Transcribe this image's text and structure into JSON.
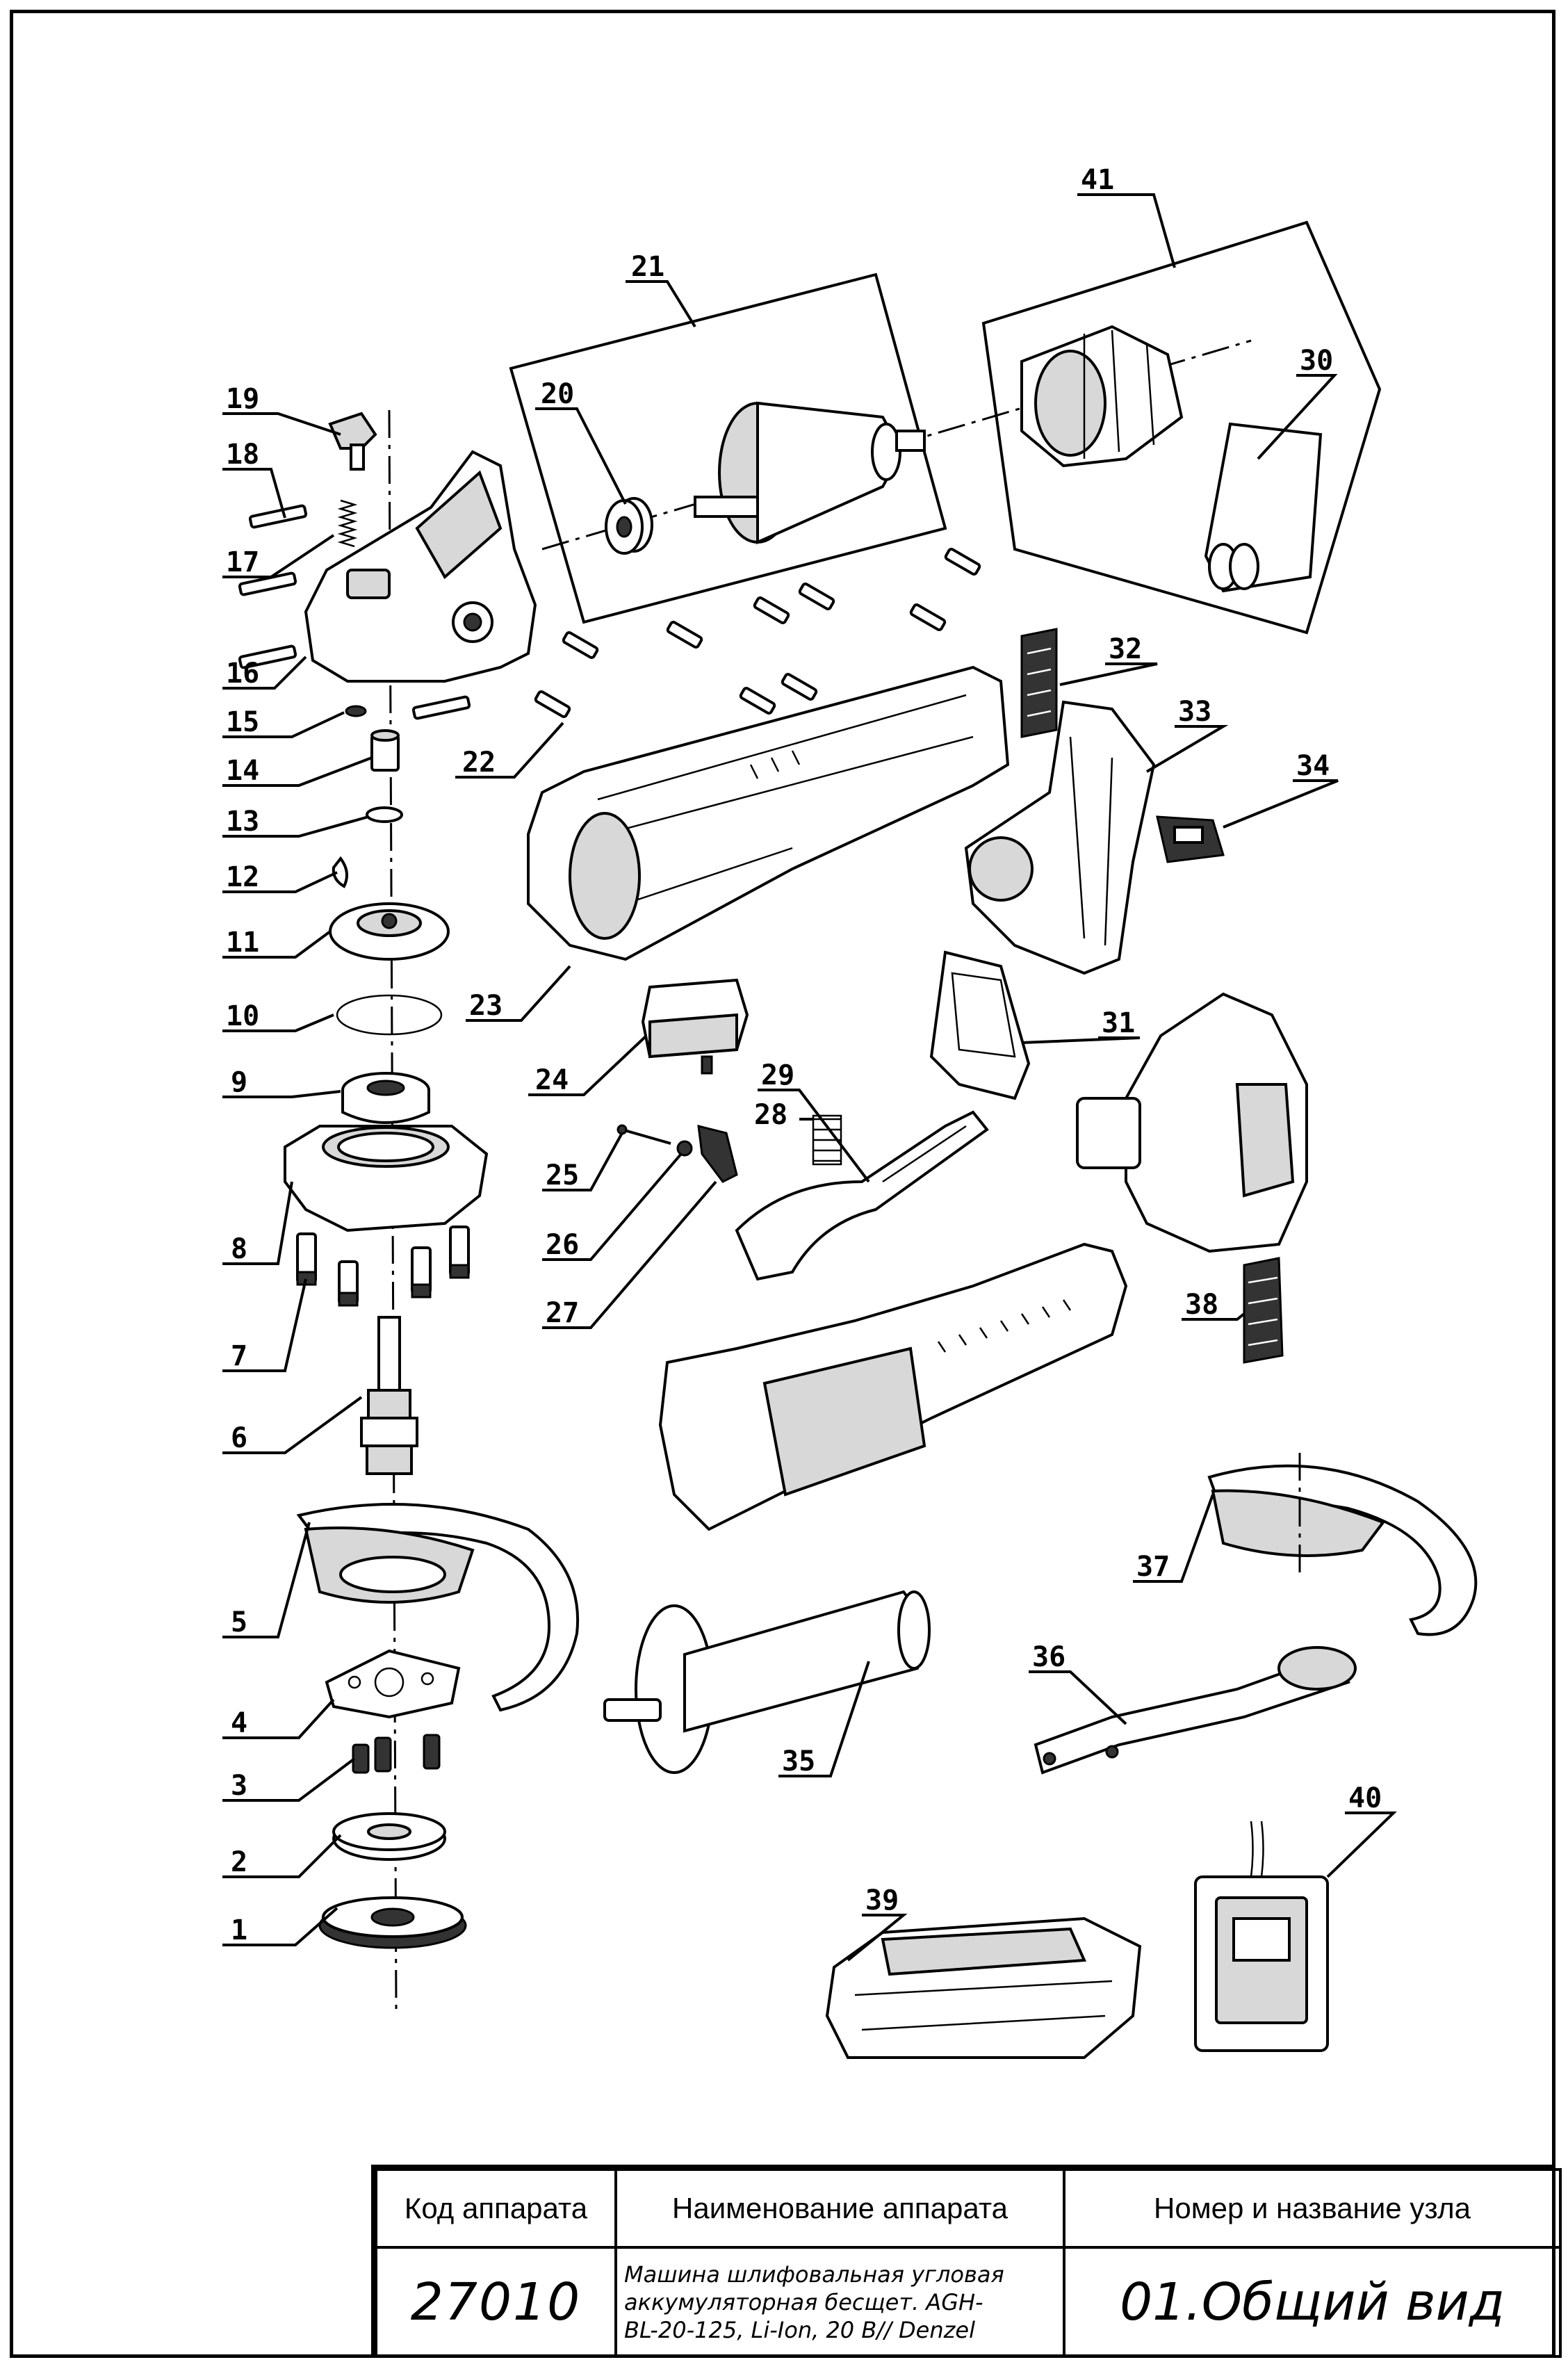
{
  "callouts": [
    "1",
    "2",
    "3",
    "4",
    "5",
    "6",
    "7",
    "8",
    "9",
    "10",
    "11",
    "12",
    "13",
    "14",
    "15",
    "16",
    "17",
    "18",
    "19",
    "20",
    "21",
    "22",
    "23",
    "24",
    "25",
    "26",
    "27",
    "28",
    "29",
    "30",
    "31",
    "32",
    "33",
    "34",
    "35",
    "36",
    "37",
    "38",
    "39",
    "40",
    "41"
  ],
  "title_block": {
    "headers": {
      "code": "Код аппарата",
      "name": "Наименование аппарата",
      "node": "Номер и название узла"
    },
    "values": {
      "code": "27010",
      "name_line1": "Машина шлифовальная угловая",
      "name_line2": "аккумуляторная бесщет. AGH-",
      "name_line3": "BL-20-125, Li-Ion, 20 В// Denzel",
      "node": "01.Общий вид"
    }
  }
}
